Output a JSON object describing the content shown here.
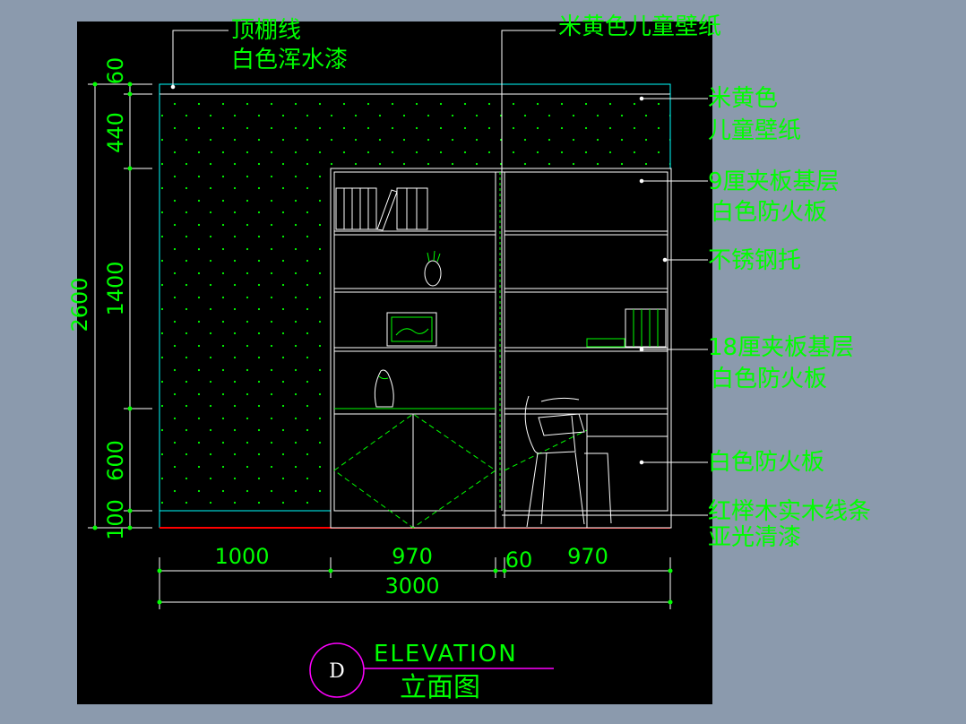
{
  "colors": {
    "background": "#8b9aad",
    "drawing_bg": "#000000",
    "outline": "#ffffff",
    "dimension": "#00ff00",
    "ceiling": "#00ffff",
    "floor": "#ff0000",
    "title_marker": "#ff00ff"
  },
  "drawing": {
    "horizontal_dims": {
      "segments": [
        "1000",
        "970",
        "60",
        "970"
      ],
      "total": "3000"
    },
    "vertical_dims": {
      "segments": [
        "60",
        "440",
        "1400",
        "600",
        "100"
      ],
      "total": "2600"
    },
    "annotations": [
      {
        "line1": "顶棚线",
        "line2": "白色浑水漆"
      },
      {
        "line1": "米黄色儿童壁纸",
        "line2": ""
      },
      {
        "line1": "米黄色",
        "line2": "儿童壁纸"
      },
      {
        "line1": "9厘夹板基层",
        "line2": "白色防火板"
      },
      {
        "line1": "不锈钢托",
        "line2": ""
      },
      {
        "line1": "18厘夹板基层",
        "line2": "白色防火板"
      },
      {
        "line1": "白色防火板",
        "line2": ""
      },
      {
        "line1": "红榉木实木线条",
        "line2": "亚光清漆"
      }
    ],
    "title_block": {
      "marker": "D",
      "title_en": "ELEVATION",
      "title_cn": "立面图"
    }
  }
}
